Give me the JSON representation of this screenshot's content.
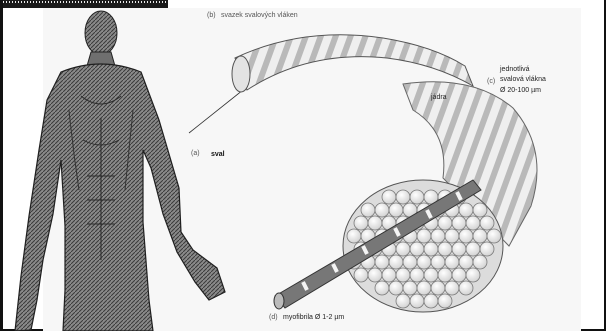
{
  "labels": {
    "a_letter": "(a)",
    "a_text": "sval",
    "b_letter": "(b)",
    "b_text": "svazek svalových vláken",
    "c_letter": "(c)",
    "c_line1": "jednotlivá",
    "c_line2": "svalová vlákna",
    "c_line3": "Ø 20-100 µm",
    "nuclei": "jádra",
    "d_letter": "(d)",
    "d_text": "myofibrila Ø 1-2 µm"
  }
}
